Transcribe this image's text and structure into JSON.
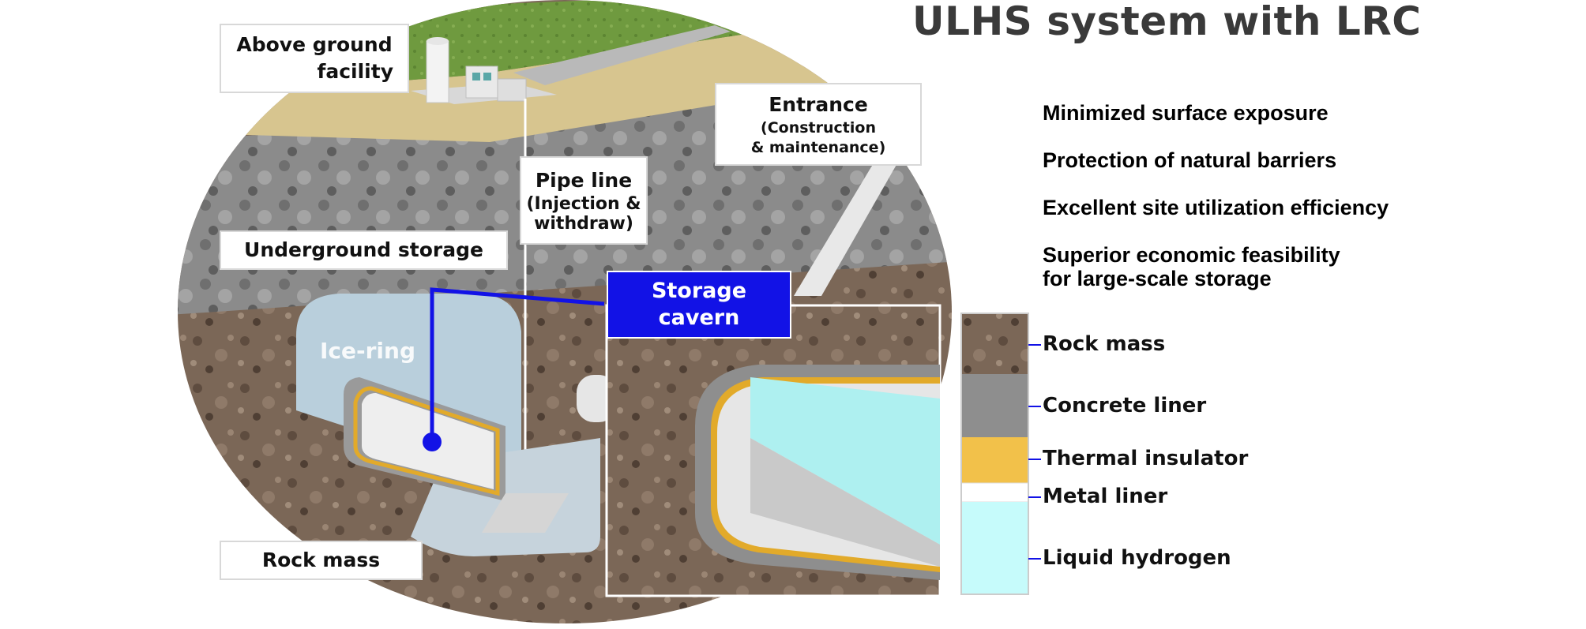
{
  "title": "ULHS system with LRC",
  "labels": {
    "above_ground_1": "Above ground",
    "above_ground_2": "facility",
    "entrance_title": "Entrance",
    "entrance_sub_1": "(Construction",
    "entrance_sub_2": "& maintenance)",
    "pipe_title": "Pipe line",
    "pipe_sub_1": "(Injection &",
    "pipe_sub_2": "withdraw)",
    "underground": "Underground storage",
    "rock_mass": "Rock mass",
    "ice_ring": "Ice-ring",
    "storage_1": "Storage",
    "storage_2": "cavern"
  },
  "benefits": [
    "Minimized surface exposure",
    "Protection of natural barriers",
    "Excellent site utilization efficiency",
    "Superior economic feasibility",
    "for large-scale storage"
  ],
  "legend": [
    {
      "label": "Rock mass",
      "color": "#8a7565"
    },
    {
      "label": "Concrete liner",
      "color": "#8e8e8e"
    },
    {
      "label": "Thermal insulator",
      "color": "#f2c14a"
    },
    {
      "label": "Metal liner",
      "color": "#ffffff"
    },
    {
      "label": "Liquid hydrogen",
      "color": "#c6fbfb"
    }
  ],
  "colors": {
    "accent_blue": "#1212e6",
    "grass": "#6f9a3f",
    "soil": "#d7c58f",
    "rock": "#7c6a5c",
    "ice": "#b9cfdc",
    "insulator": "#e2aa2a",
    "hydrogen": "#aef0f0"
  }
}
